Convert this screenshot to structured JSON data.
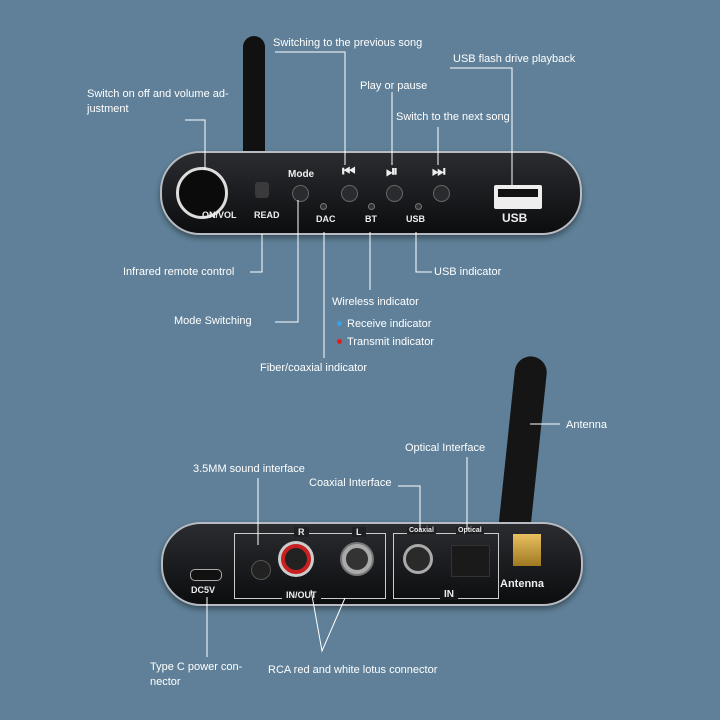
{
  "top_device": {
    "knob_label": "ON/VOL",
    "read_label": "READ",
    "mode_label": "Mode",
    "dac_label": "DAC",
    "bt_label": "BT",
    "usb_led_label": "USB",
    "usb_port_label": "USB"
  },
  "bottom_device": {
    "r_label": "R",
    "l_label": "L",
    "inout_label": "IN/OUT",
    "coaxial_label": "Coaxial",
    "optical_label": "Optical",
    "in_label": "IN",
    "dc_label": "DC5V",
    "antenna_label": "Antenna"
  },
  "callouts": {
    "prev": "Switching to the previous song",
    "usb_flash": "USB flash drive playback",
    "switch": "Switch on off and volume ad-\njustment",
    "play": "Play or pause",
    "next": "Switch to the next song",
    "infrared": "Infrared remote control",
    "usb_ind": "USB indicator",
    "wireless": "Wireless indicator",
    "receive": "Receive indicator",
    "transmit": "Transmit indicator",
    "mode": "Mode Switching",
    "fiber": "Fiber/coaxial indicator",
    "antenna": "Antenna",
    "optical": "Optical Interface",
    "sound": "3.5MM sound interface",
    "coaxial": "Coaxial Interface",
    "typec": "Type C power con-\nnector",
    "rca": "RCA red and white lotus connector"
  },
  "colors": {
    "background": "#5f8098",
    "receive": "#3aa0e8",
    "transmit": "#e02020"
  }
}
